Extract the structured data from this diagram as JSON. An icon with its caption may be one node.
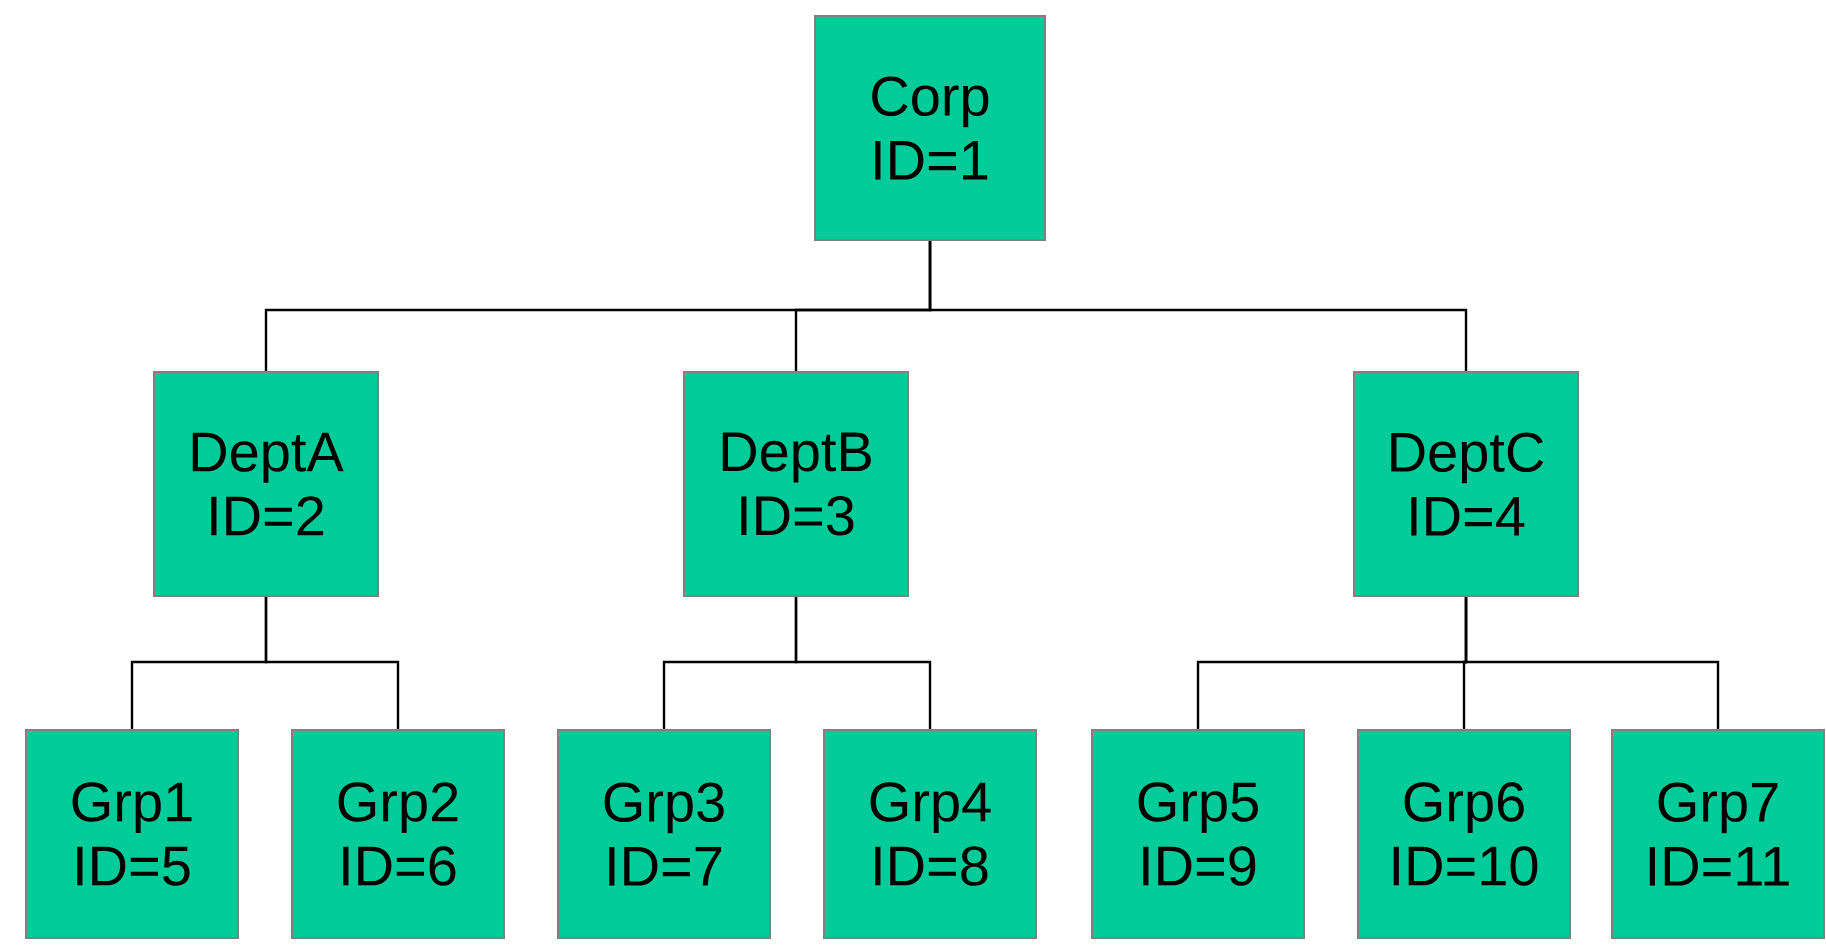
{
  "diagram": {
    "nodes": [
      {
        "text": [
          "Corp",
          "ID=1"
        ]
      },
      {
        "text": [
          "DeptA",
          "ID=2"
        ]
      },
      {
        "text": [
          "DeptB",
          "ID=3"
        ]
      },
      {
        "text": [
          "DeptC",
          "ID=4"
        ]
      },
      {
        "text": [
          "Grp1",
          "ID=5"
        ]
      },
      {
        "text": [
          "Grp2",
          "ID=6"
        ]
      },
      {
        "text": [
          "Grp3",
          "ID=7"
        ]
      },
      {
        "text": [
          "Grp4",
          "ID=8"
        ]
      },
      {
        "text": [
          "Grp5",
          "ID=9"
        ]
      },
      {
        "text": [
          "Grp6",
          "ID=10"
        ]
      },
      {
        "text": [
          "Grp7",
          "ID=11"
        ]
      }
    ],
    "edges": [
      {
        "from": 0,
        "to": 1,
        "arrow": "none"
      },
      {
        "from": 0,
        "to": 2,
        "arrow": "none"
      },
      {
        "from": 0,
        "to": 3,
        "arrow": "none"
      },
      {
        "from": 1,
        "to": 4,
        "arrow": "none"
      },
      {
        "from": 1,
        "to": 5,
        "arrow": "none"
      },
      {
        "from": 2,
        "to": 6,
        "arrow": "none"
      },
      {
        "from": 2,
        "to": 7,
        "arrow": "none"
      },
      {
        "from": 3,
        "to": 8,
        "arrow": "none"
      },
      {
        "from": 3,
        "to": 9,
        "arrow": "none"
      },
      {
        "from": 3,
        "to": 10,
        "arrow": "none"
      }
    ]
  }
}
